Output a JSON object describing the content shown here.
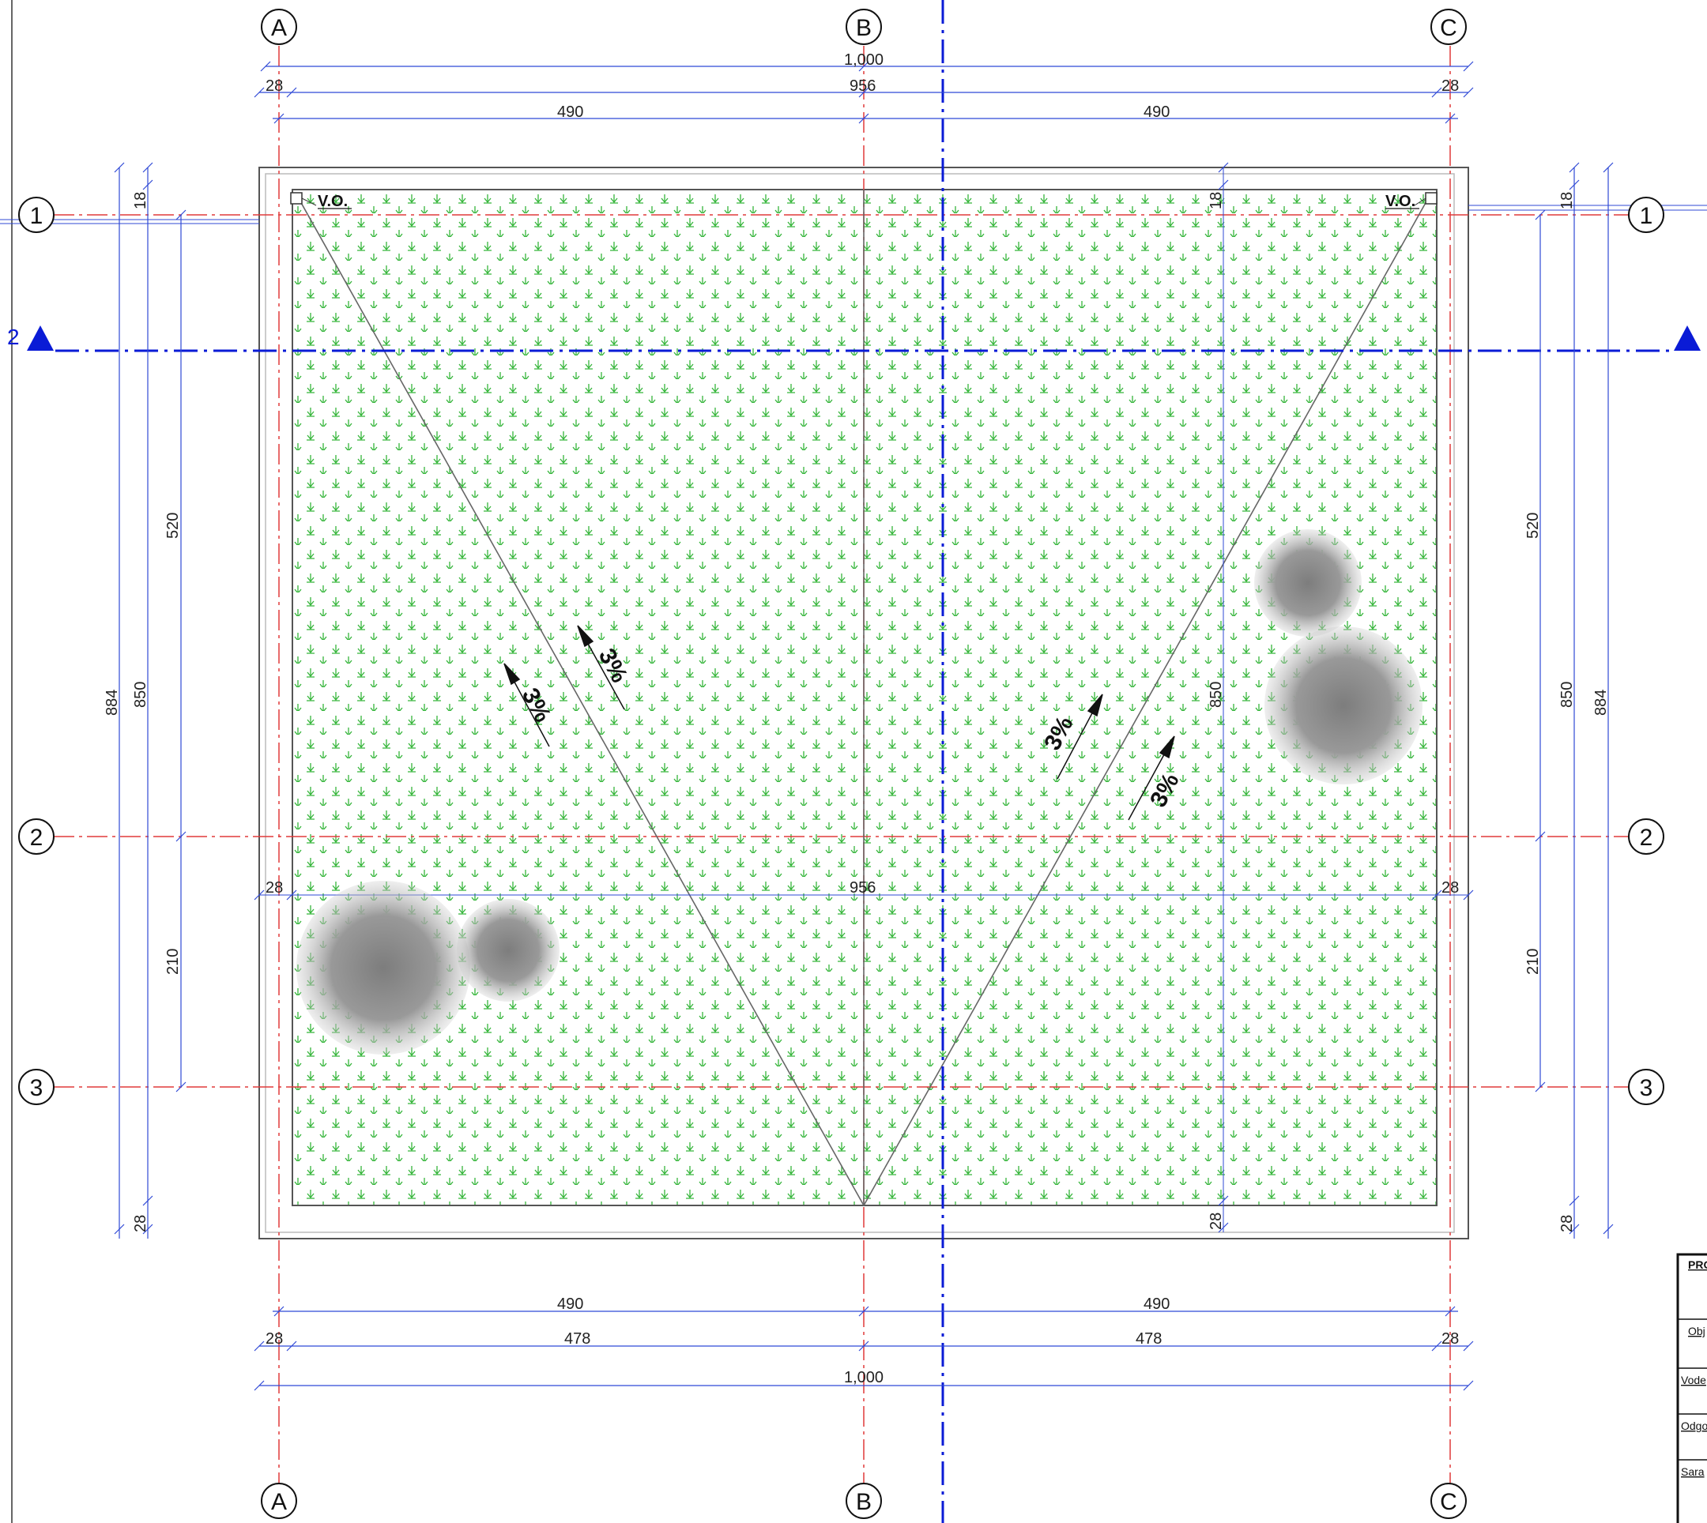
{
  "drawing": {
    "grid_columns": [
      "A",
      "B",
      "C"
    ],
    "grid_rows": [
      "1",
      "2",
      "3"
    ],
    "section_marker": "2",
    "drain_label": "V.O.",
    "slope_label": "3%",
    "colors": {
      "grid_line": "#e03a3a",
      "dimension": "#2f49d6",
      "section_line": "#0a1bd6",
      "grass": "#35b53a",
      "outline": "#555555",
      "tree": "#8a8a8a"
    },
    "dims": {
      "top_total": "1,000",
      "top_edge_left": "28",
      "top_inner": "956",
      "top_edge_right": "28",
      "top_half_left": "490",
      "top_half_right": "490",
      "mid_edge_left": "28",
      "mid_inner": "956",
      "mid_edge_right": "28",
      "bottom_half_left": "490",
      "bottom_half_right": "490",
      "bottom_edge_left": "28",
      "bottom_part_left": "478",
      "bottom_part_right": "478",
      "bottom_edge_right": "28",
      "bottom_total": "1,000",
      "left_total": "884",
      "left_inner": "850",
      "left_top_edge": "18",
      "left_seg_upper": "520",
      "left_seg_lower": "210",
      "left_bottom_edge": "28",
      "right_total": "884",
      "right_inner": "850",
      "right_top_edge": "18",
      "right_seg_upper": "520",
      "right_seg_lower": "210",
      "right_bottom_edge": "28",
      "inner_vertical": "850",
      "inner_top_edge": "18",
      "inner_bottom_edge": "28"
    }
  },
  "title_block": {
    "rows": [
      "PRO",
      "Obj",
      "Vode",
      "Odgo",
      "Sara"
    ]
  }
}
